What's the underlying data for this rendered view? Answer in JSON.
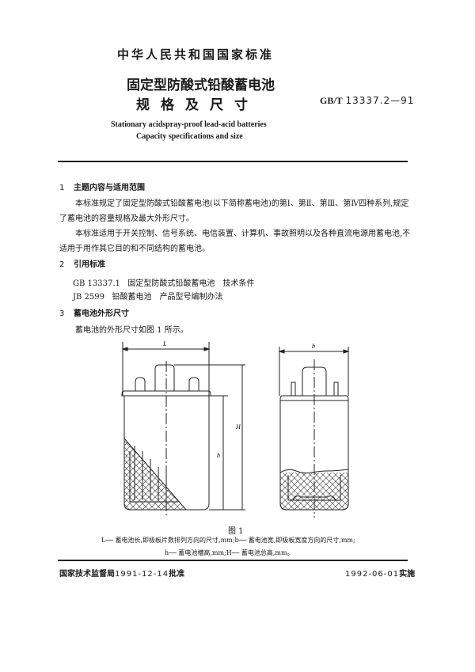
{
  "header": {
    "issuing_body": "中华人民共和国国家标准",
    "title_cn_line1": "固定型防酸式铅酸蓄电池",
    "title_cn_line2": "规格及尺寸",
    "standard_prefix": "GB/T",
    "standard_number": "13337.2—91",
    "title_en_line1": "Stationary acidspray-proof lead-acid batteries",
    "title_en_line2": "Capacity specifications and size"
  },
  "sections": [
    {
      "number": "1",
      "heading": "主题内容与适用范围",
      "paragraphs": [
        "本标准规定了固定型防酸式铅酸蓄电池(以下简称蓄电池)的第Ⅰ、第Ⅱ、第Ⅲ、第Ⅳ四种系列,规定了蓄电池的容量规格及最大外形尺寸。",
        "本标准适用于开关控制、信号系统、电信装置、计算机、事故照明以及各种直流电源用蓄电池,不适用于用作其它目的和不同结构的蓄电池。"
      ]
    },
    {
      "number": "2",
      "heading": "引用标准",
      "references": [
        {
          "code": "GB 13337.1",
          "title": "固定型防酸式铅酸蓄电池　技术条件"
        },
        {
          "code": "JB 2599",
          "title": "铅酸蓄电池　产品型号编制办法"
        }
      ]
    },
    {
      "number": "3",
      "heading": "蓄电池外形尺寸",
      "paragraphs": [
        "蓄电池的外形尺寸如图 1 所示。"
      ]
    }
  ],
  "figure": {
    "caption": "图 1",
    "labels": {
      "L": "L",
      "b": "b",
      "h": "h",
      "H": "H"
    },
    "legend_line1": "L── 蓄电池长,即极板片数排列方向的尺寸,mm;b── 蓄电池宽,即极板宽度方向的尺寸,mm;",
    "legend_line2": "h── 蓄电池槽高,mm;H── 蓄电池总高,mm。"
  },
  "footer": {
    "approval_org": "国家技术监督局",
    "approval_date": "1991-12-14",
    "approval_suffix": "批准",
    "effective_date": "1992-06-01",
    "effective_suffix": "实施"
  }
}
